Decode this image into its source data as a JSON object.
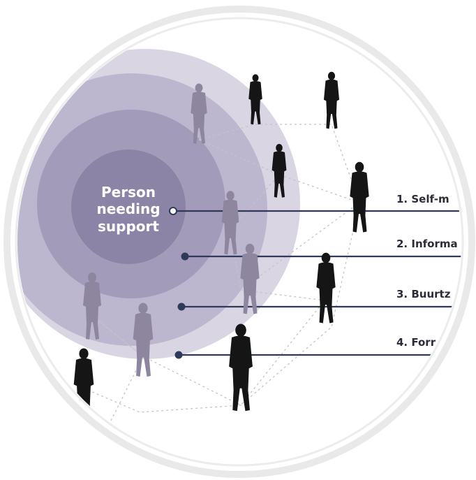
{
  "center": {
    "line1": "Person",
    "line2": "needing",
    "line3": "support"
  },
  "layers": [
    {
      "label": "1. Self-m",
      "color": "#8c84a6"
    },
    {
      "label": "2. Informa",
      "color": "#a29bb9"
    },
    {
      "label": "3. Buurtz",
      "color": "#bcb6ce"
    },
    {
      "label": "4. Forr",
      "color": "#d9d5e3"
    }
  ],
  "colors": {
    "ring_outer": "#e6e6e6",
    "line": "#2f3a5a",
    "silhouette_dark": "#151515",
    "silhouette_light": "#8e869e",
    "network": "#c4c4c4"
  },
  "icons": [
    "person-silhouette-icon"
  ]
}
